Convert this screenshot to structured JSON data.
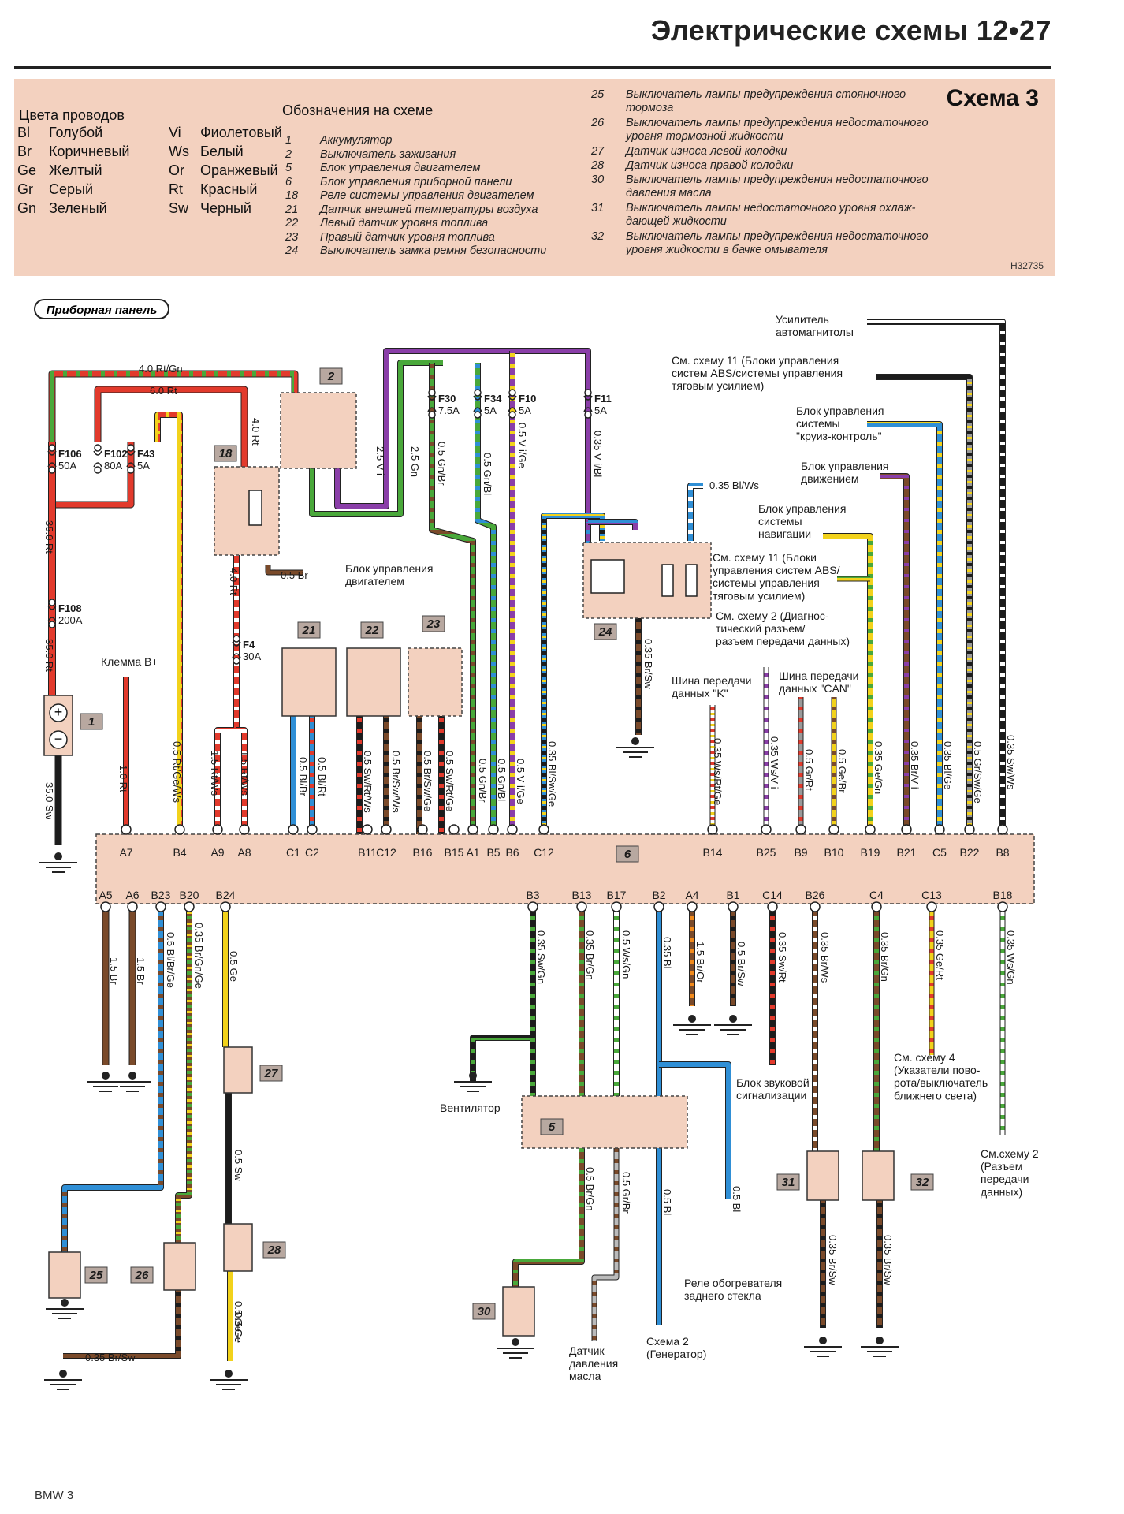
{
  "header": {
    "title": "Электрические схемы 12•27"
  },
  "legend": {
    "colors_title": "Цвета проводов",
    "colors": [
      {
        "code": "Bl",
        "name": "Голубой"
      },
      {
        "code": "Br",
        "name": "Коричневый"
      },
      {
        "code": "Ge",
        "name": "Желтый"
      },
      {
        "code": "Gr",
        "name": "Серый"
      },
      {
        "code": "Gn",
        "name": "Зеленый"
      },
      {
        "code": "Vi",
        "name": "Фиолетовый"
      },
      {
        "code": "Ws",
        "name": "Белый"
      },
      {
        "code": "Or",
        "name": "Оранжевый"
      },
      {
        "code": "Rt",
        "name": "Красный"
      },
      {
        "code": "Sw",
        "name": "Черный"
      }
    ],
    "designations_title": "Обозначения на схеме",
    "items_col1": [
      {
        "n": "1",
        "t": "Аккумулятор"
      },
      {
        "n": "2",
        "t": "Выключатель зажигания"
      },
      {
        "n": "5",
        "t": "Блок управления двигателем"
      },
      {
        "n": "6",
        "t": "Блок управления приборной панели"
      },
      {
        "n": "18",
        "t": "Реле системы управления двигателем"
      },
      {
        "n": "21",
        "t": "Датчик внешней температуры воздуха"
      },
      {
        "n": "22",
        "t": "Левый датчик уровня топлива"
      },
      {
        "n": "23",
        "t": "Правый датчик уровня топлива"
      },
      {
        "n": "24",
        "t": "Выключатель замка ремня безопасности"
      }
    ],
    "items_col2": [
      {
        "n": "25",
        "t": "Выключатель лампы предупреждения стояночного",
        "t2": "тормоза"
      },
      {
        "n": "26",
        "t": "Выключатель лампы предупреждения недостаточного",
        "t2": "уровня тормозной жидкости"
      },
      {
        "n": "27",
        "t": "Датчик износа левой колодки",
        "t2": ""
      },
      {
        "n": "28",
        "t": "Датчик износа правой колодки",
        "t2": ""
      },
      {
        "n": "30",
        "t": "Выключатель лампы предупреждения недостаточного",
        "t2": "давления масла"
      },
      {
        "n": "31",
        "t": "Выключатель лампы недостаточного уровня охлаж-",
        "t2": "дающей жидкости"
      },
      {
        "n": "32",
        "t": "Выключатель лампы предупреждения недостаточного",
        "t2": "уровня жидкости в бачке омывателя"
      }
    ],
    "scheme": "Схема 3",
    "figure_code": "H32735"
  },
  "diagram": {
    "section_label": "Приборная панель",
    "fuses": [
      {
        "id": "F106",
        "rating": "50A"
      },
      {
        "id": "F102",
        "rating": "80A"
      },
      {
        "id": "F43",
        "rating": "5A"
      },
      {
        "id": "F108",
        "rating": "200A"
      },
      {
        "id": "F4",
        "rating": "30A"
      },
      {
        "id": "F30",
        "rating": "7.5A"
      },
      {
        "id": "F34",
        "rating": "5A"
      },
      {
        "id": "F10",
        "rating": "5A"
      },
      {
        "id": "F11",
        "rating": "5A"
      }
    ],
    "component_tags": [
      "1",
      "2",
      "18",
      "21",
      "22",
      "23",
      "24",
      "6",
      "5",
      "25",
      "26",
      "27",
      "28",
      "30",
      "31",
      "32"
    ],
    "top_pins": [
      "A7",
      "B4",
      "A9",
      "A8",
      "C2",
      "C1",
      "B11",
      "C12",
      "B16",
      "B15",
      "A1",
      "B5",
      "B6",
      "C12",
      "B14",
      "B25",
      "B9",
      "B10",
      "B19",
      "B21",
      "C5",
      "B22",
      "B8"
    ],
    "bottom_pins": [
      "A5",
      "A6",
      "B23",
      "B20",
      "B24",
      "B3",
      "B13",
      "B17",
      "B2",
      "A4",
      "B1",
      "C14",
      "B26",
      "C4",
      "C13",
      "B18"
    ],
    "wire_labels": {
      "w_40rtgn": "4.0 Rt/Gn",
      "w_60rt": "6.0 Rt",
      "w_40rt": "4.0 Rt",
      "w_350rt_a": "35.0 Rt",
      "w_350rt_b": "35.0 Rt",
      "w_350sw": "35.0 Sw",
      "w_10rt": "1.0 Rt",
      "w_05rtgews": "0.5 Rt/Ge/Ws",
      "w_15rtws_a": "1.5 Rt/Ws",
      "w_15rtws_b": "1.5 Rt/Ws",
      "w_40rt_b": "4.0 Rt",
      "w_05br": "0.5 Br",
      "w_25vi": "2.5 V i",
      "w_25gn": "2.5 Gn",
      "w_05gnbr": "0.5 Gn/Br",
      "w_05gnbl": "0.5 Gn/Bl",
      "w_05vige": "0.5 V i/Ge",
      "w_035vibl": "0.35 V i/Bl",
      "w_035blws": "0.35 Bl/Ws",
      "w_035brsw_24": "0.35 Br/Sw",
      "w_05blbr": "0.5 Bl/Br",
      "w_05blrt": "0.5 Bl/Rt",
      "w_05swrtws": "0.5 Sw/Rt/Ws",
      "w_05brswws": "0.5 Br/Sw/Ws",
      "w_05brswge": "0.5 Br/Sw/Ge",
      "w_05swrtge": "0.5 Sw/Rt/Ge",
      "w_05gnbr_a1": "0.5 Gn/Br",
      "w_05gnbl_b5": "0.5 Gn/Bl",
      "w_05vige_b6": "0.5 V i/Ge",
      "w_035blswge": "0.35 Bl/Sw/Ge",
      "w_035wsrtge": "0.35 Ws/Rt/Ge",
      "w_035wsvi": "0.35 Ws/V i",
      "w_05grrt": "0.5 Gr/Rt",
      "w_05gebr": "0.5 Ge/Br",
      "w_035gegn": "0.35 Ge/Gn",
      "w_035brvi": "0.35 Br/V i",
      "w_035blge": "0.35 Bl/Ge",
      "w_05grswge": "0.5 Gr/Sw/Ge",
      "w_035swws": "0.35 Sw/Ws",
      "w_15br_a": "1.5 Br",
      "w_15br_b": "1.5 Br",
      "w_05blbrge": "0.5 Bl/Br/Ge",
      "w_035brgnge": "0.35 Br/Gn/Ge",
      "w_05ge": "0.5 Ge",
      "w_05sw": "0.5 Sw",
      "w_05ge_b": "0.5 Ge",
      "w_035swgn": "0.35 Sw/Gn",
      "w_035brgn": "0.35 Br/Gn",
      "w_05wsgn": "0.5 Ws/Gn",
      "w_035bl": "0.35 Bl",
      "w_15bror": "1.5 Br/Or",
      "w_05brsw": "0.5 Br/Sw",
      "w_035swrt": "0.35 Sw/Rt",
      "w_035brws": "0.35 Br/Ws",
      "w_035brgn_c4": "0.35 Br/Gn",
      "w_035gert": "0.35 Ge/Rt",
      "w_035wsgn": "0.35 Ws/Gn",
      "w_05brgn": "0.5 Br/Gn",
      "w_05grbr": "0.5 Gr/Br",
      "w_05bl_a": "0.5 Bl",
      "w_05bl_b": "0.5 Bl",
      "w_035brsw_31": "0.35 Br/Sw",
      "w_035brsw_32": "0.35 Br/Sw",
      "w_035brsw_25": "0.35 Br/Sw",
      "w_05ge_28": "0.5 Ge"
    },
    "annotations": {
      "amp": "Усилитель\nавтомагнитолы",
      "abs_top": "См. схему 11 (Блоки управления\nсистем ABS/системы управления\nтяговым усилием)",
      "cruise": "Блок управления\nсистемы\n\"круиз-контроль\"",
      "motion": "Блок управления\nдвижением",
      "nav": "Блок управления\nсистемы\nнавигации",
      "abs_mid": "См. схему 11 (Блоки\nуправления систем ABS/\nсистемы управления\nтяговым усилием)",
      "diag": "См. схему 2 (Диагнос-\nтический разъем/\nразъем передачи данных)",
      "bus_k": "Шина передачи\nданных \"K\"",
      "bus_can": "Шина передачи\nданных \"CAN\"",
      "engine_ecu": "Блок управления\nдвигателем",
      "term_b": "Клемма B+",
      "fan": "Вентилятор",
      "horn": "Блок звуковой\nсигнализации",
      "turn": "См. схему 4\n(Указатели пово-\nрота/выключатель\nближнего света)",
      "data_conn": "См.схему 2\n(Разъем\nпередачи\nданных)",
      "rear_heat": "Реле обогревателя\nзаднего стекла",
      "gen": "Схема 2\n(Генератор)",
      "oil": "Датчик\nдавления\nмасла"
    },
    "wire_colors": {
      "red": "#e23a2c",
      "green": "#49a83a",
      "violet": "#8a3ea8",
      "blue": "#2f8fd6",
      "yellow": "#f2d21b",
      "brown": "#7a4a2a",
      "black": "#1c1c1c",
      "grey": "#9a9a9a",
      "white": "#ffffff"
    }
  },
  "footer": {
    "text": "BMW 3"
  }
}
